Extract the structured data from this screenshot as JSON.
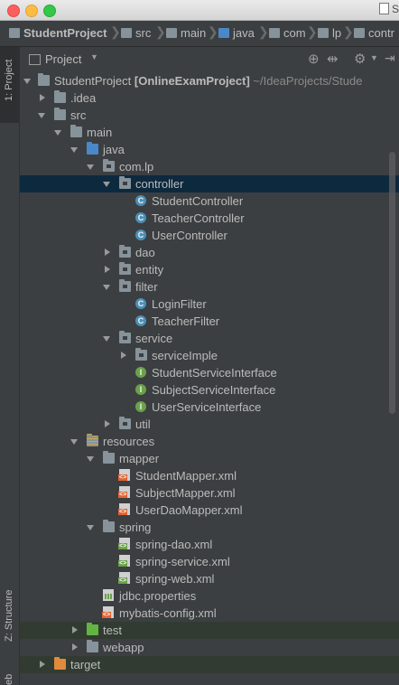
{
  "window": {
    "title_fragment": "S"
  },
  "breadcrumbs": [
    "StudentProject",
    "src",
    "main",
    "java",
    "com",
    "lp",
    "contr"
  ],
  "tool_window": {
    "left_tabs": [
      "1: Project",
      "Z: Structure",
      "eb"
    ],
    "view_selector": "Project"
  },
  "tree": {
    "project_name": "StudentProject",
    "module_name": "[OnlineExamProject]",
    "project_path": "~/IdeaProjects/Stude",
    "items": [
      ".idea",
      "src",
      "main",
      "java",
      "com.lp",
      "controller",
      "StudentController",
      "TeacherController",
      "UserController",
      "dao",
      "entity",
      "filter",
      "LoginFilter",
      "TeacherFilter",
      "service",
      "serviceImple",
      "StudentServiceInterface",
      "SubjectServiceInterface",
      "UserServiceInterface",
      "util",
      "resources",
      "mapper",
      "StudentMapper.xml",
      "SubjectMapper.xml",
      "UserDaoMapper.xml",
      "spring",
      "spring-dao.xml",
      "spring-service.xml",
      "spring-web.xml",
      "jdbc.properties",
      "mybatis-config.xml",
      "test",
      "webapp",
      "target"
    ]
  },
  "colors": {
    "selection": "#0d293e",
    "class_icon": "#4d8fb5",
    "interface_icon": "#6ba14b",
    "source_folder": "#4a88c7",
    "test_folder": "#62b543",
    "excluded_folder": "#e08a3c"
  },
  "icons": {
    "traffic_lights": [
      "close-icon",
      "minimize-icon",
      "zoom-icon"
    ],
    "panel_actions": [
      "locate-icon",
      "collapse-all-icon",
      "gear-icon",
      "hide-icon"
    ]
  }
}
